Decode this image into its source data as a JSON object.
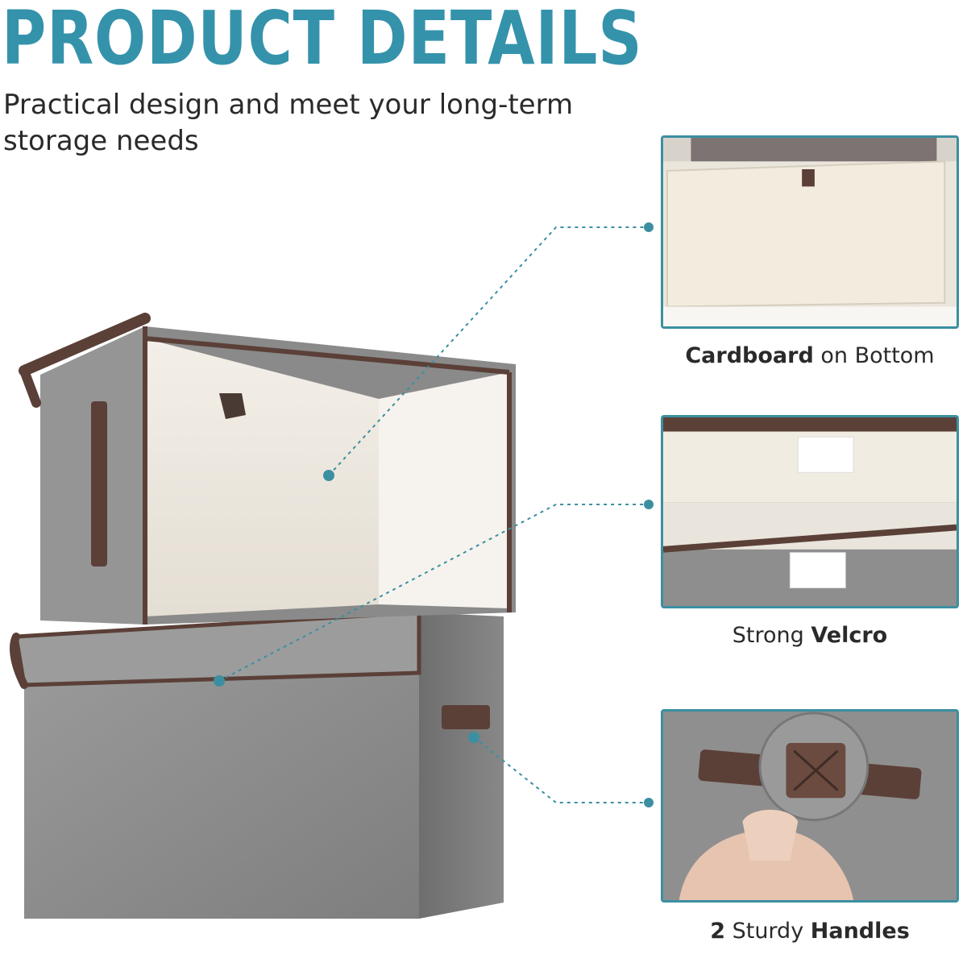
{
  "header": {
    "title": "PRODUCT DETAILS",
    "subtitle": "Practical design and meet your long-term storage needs"
  },
  "features": [
    {
      "bold": "Cardboard",
      "rest": " on Bottom"
    },
    {
      "lead": "Strong ",
      "bold": "Velcro"
    },
    {
      "num": "2",
      "mid": " Sturdy ",
      "bold": "Handles"
    }
  ],
  "colors": {
    "accent": "#3493ab",
    "fabric_gray": "#8f8f8f",
    "trim_brown": "#5b4038",
    "lining_cream": "#efe9df"
  },
  "icons": [
    "callout-dot",
    "storage-box",
    "velcro-strip",
    "fabric-handle"
  ]
}
